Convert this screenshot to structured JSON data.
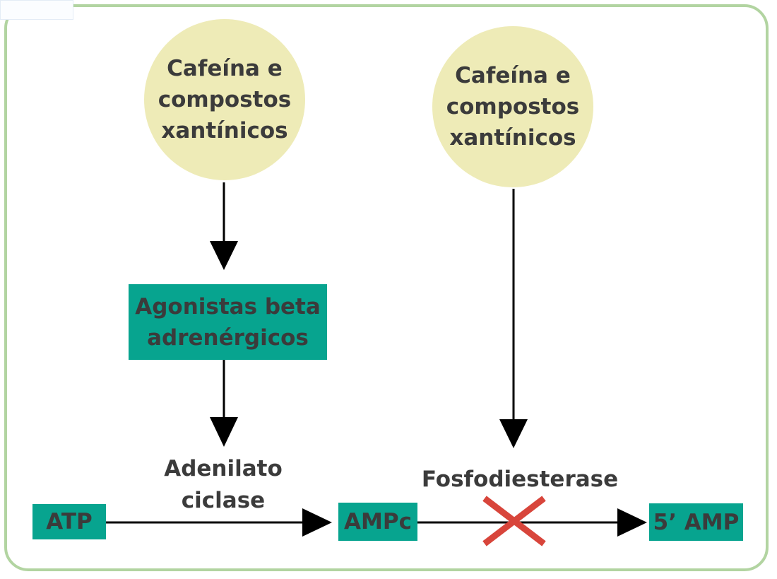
{
  "diagram": {
    "left_source": {
      "lines": [
        "Cafeína e",
        "compostos",
        "xantínicos"
      ]
    },
    "right_source": {
      "lines": [
        "Cafeína e",
        "compostos",
        "xantínicos"
      ]
    },
    "beta_box": {
      "lines": [
        "Agonistas beta",
        "adrenérgicos"
      ]
    },
    "enzyme_left": {
      "lines": [
        "Adenilato",
        "ciclase"
      ]
    },
    "enzyme_right": {
      "label": "Fosfodiesterase"
    },
    "atp": {
      "label": "ATP"
    },
    "ampc": {
      "label": "AMPc"
    },
    "amp5": {
      "label": "5’ AMP"
    },
    "colors": {
      "circle_fill": "#eeebb7",
      "box_fill": "#07a48f",
      "frame": "#b2d4a1",
      "text": "#3b3b3b",
      "inhibit": "#d8453b",
      "arrow": "#000000"
    }
  }
}
